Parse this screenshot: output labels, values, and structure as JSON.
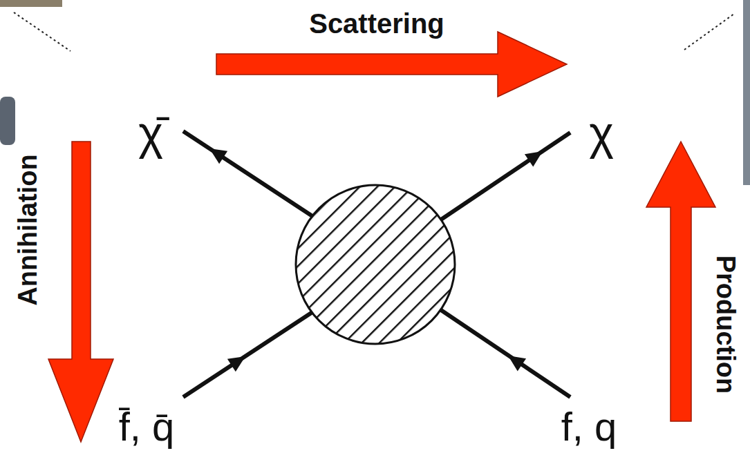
{
  "diagram": {
    "labels": [
      "Scattering",
      "Annihilation",
      "Production",
      "χ̄",
      "χ",
      "f̄, q̄",
      "f, q"
    ]
  }
}
